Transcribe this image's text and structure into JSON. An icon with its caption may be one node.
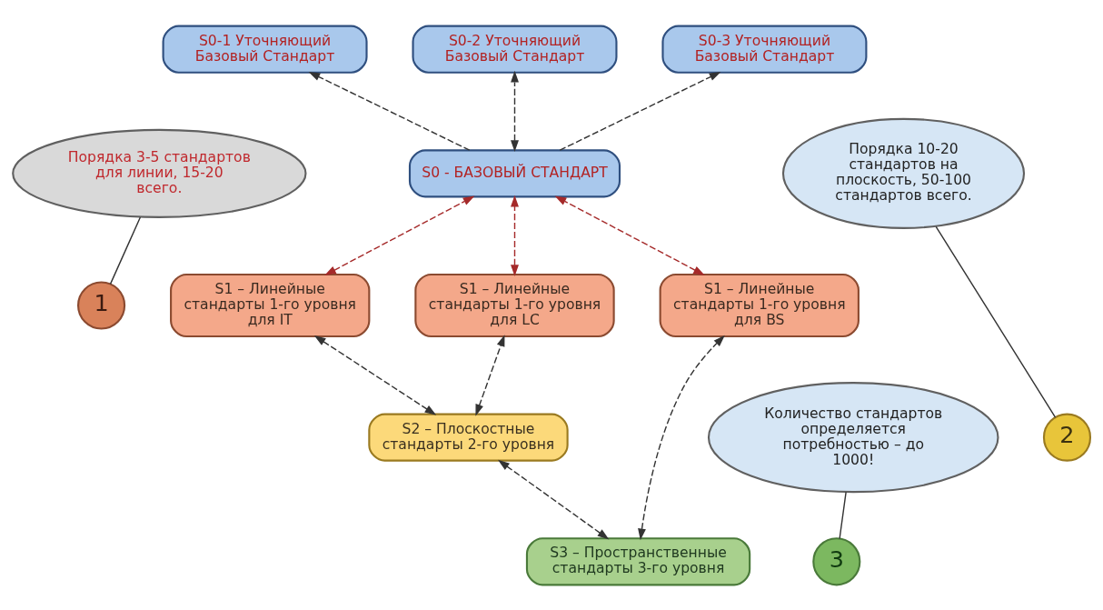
{
  "diagram": {
    "nodes": [
      {
        "text": [
          "S0-1 Уточняющий Базовый Стандарт"
        ]
      },
      {
        "text": [
          "S0-2 Уточняющий Базовый Стандарт"
        ]
      },
      {
        "text": [
          "S0-3 Уточняющий Базовый Стандарт"
        ]
      },
      {
        "text": [
          "S0 - БАЗОВЫЙ СТАНДАРТ"
        ]
      },
      {
        "text": [
          "S1 – Линейные стандарты 1-го уровня для IT"
        ]
      },
      {
        "text": [
          "S1 – Линейные стандарты 1-го уровня для LC"
        ]
      },
      {
        "text": [
          "S1 – Линейные стандарты 1-го уровня для BS"
        ]
      },
      {
        "text": [
          "S2 – Плоскостные стандарты 2-го уровня"
        ]
      },
      {
        "text": [
          "S3 – Пространственные стандарты 3-го уровня"
        ]
      },
      {
        "text": [
          "Порядка 3-5 стандартов для линии, 15-20 всего."
        ]
      },
      {
        "text": [
          "1"
        ]
      },
      {
        "text": [
          "Порядка 10-20 стандартов на плоскость, 50-100 стандартов всего."
        ]
      },
      {
        "text": [
          "2"
        ]
      },
      {
        "text": [
          "Количество стандартов определяется потребностью – до 1000!"
        ]
      },
      {
        "text": [
          "3"
        ]
      }
    ],
    "edges": [
      {
        "from": 3,
        "to": 0,
        "arrow": "to",
        "style": "dashed"
      },
      {
        "from": 3,
        "to": 1,
        "arrow": "both",
        "style": "dashed"
      },
      {
        "from": 3,
        "to": 2,
        "arrow": "to",
        "style": "dashed"
      },
      {
        "from": 4,
        "to": 3,
        "arrow": "both",
        "style": "dashed",
        "color": "#a52a2a"
      },
      {
        "from": 5,
        "to": 3,
        "arrow": "both",
        "style": "dashed",
        "color": "#a52a2a"
      },
      {
        "from": 6,
        "to": 3,
        "arrow": "both",
        "style": "dashed",
        "color": "#a52a2a"
      },
      {
        "from": 7,
        "to": 4,
        "arrow": "both",
        "style": "dashed"
      },
      {
        "from": 7,
        "to": 5,
        "arrow": "both",
        "style": "dashed"
      },
      {
        "from": 8,
        "to": 7,
        "arrow": "both",
        "style": "dashed"
      },
      {
        "from": 8,
        "to": 6,
        "arrow": "both",
        "style": "dashed"
      },
      {
        "from": 10,
        "to": 9,
        "arrow": "none"
      },
      {
        "from": 12,
        "to": 11,
        "arrow": "none"
      },
      {
        "from": 14,
        "to": 13,
        "arrow": "none"
      }
    ]
  }
}
